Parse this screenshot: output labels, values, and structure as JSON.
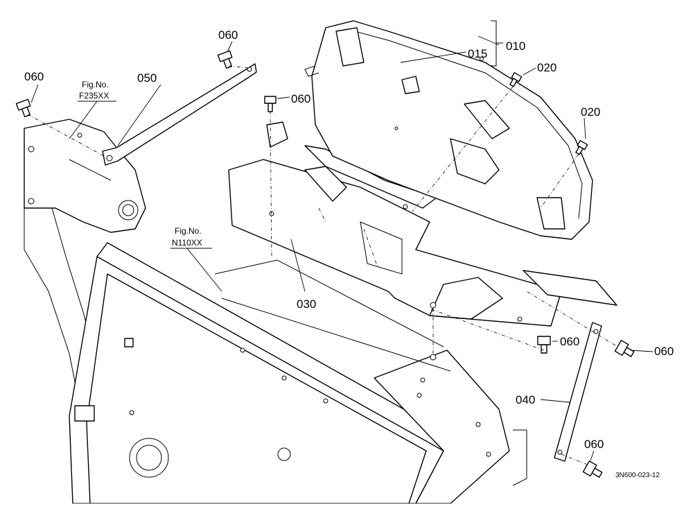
{
  "callouts": {
    "c010": "010",
    "c015": "015",
    "c020a": "020",
    "c020b": "020",
    "c030": "030",
    "c040": "040",
    "c050": "050",
    "c060a": "060",
    "c060b": "060",
    "c060c": "060",
    "c060d": "060",
    "c060e": "060",
    "c060f": "060"
  },
  "fig_refs": {
    "f235_label": "Fig.No.",
    "f235_code": "F235XX",
    "n110_label": "Fig.No.",
    "n110_code": "N110XX"
  },
  "drawing_code": "3N600-023-12"
}
